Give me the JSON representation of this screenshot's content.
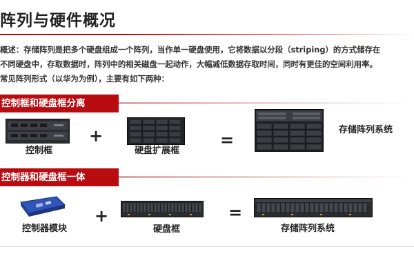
{
  "title": "阵列与硬件概况",
  "intro_lines": [
    "概述：存储阵列是把多个硬盘组成一个阵列，当作单一硬盘使用，它将数据以分段（striping）的方式储存在",
    "不同硬盘中，存取数据时，阵列中的相关磁盘一起动作，大幅减低数据存取时间，同时有更佳的空间利用率。",
    "常见阵列形式（以华为为例），主要有如下两种："
  ],
  "section1": {
    "label": "控制框和硬盘框分离",
    "items": [
      "控制框",
      "硬盘扩展框",
      "存储阵列系统"
    ],
    "plus": "+",
    "equals": "="
  },
  "section2": {
    "label": "控制器和硬盘框一体",
    "items": [
      "控制器模块",
      "硬盘框",
      "存储阵列系统"
    ],
    "plus": "+",
    "equals": "="
  },
  "colors": {
    "accent": "#b80c10",
    "chassis": "#2a2c30",
    "module": "#2f55b8"
  }
}
